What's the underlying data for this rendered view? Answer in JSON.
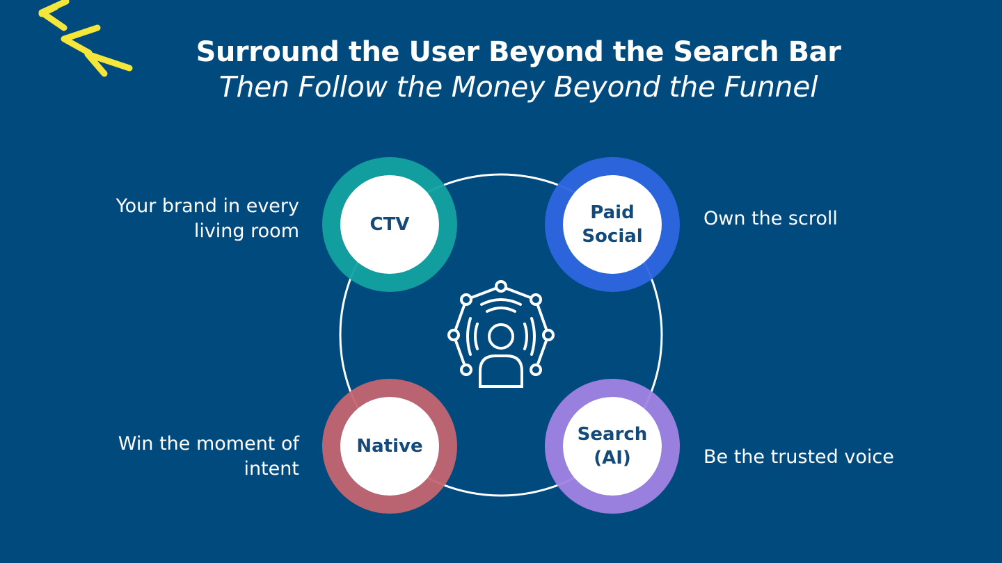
{
  "heading": {
    "title": "Surround the User Beyond the Search Bar",
    "subtitle": "Then Follow the Money Beyond the Funnel"
  },
  "center_icon": "user-broadcast-network-icon",
  "decoration_icon": "yellow-chevrons-icon",
  "nodes": [
    {
      "id": "ctv",
      "label": "CTV",
      "ring_color": "#13a1a1",
      "description": "Your brand in every living room"
    },
    {
      "id": "paid-social",
      "label": "Paid Social",
      "ring_color": "#2d65e0",
      "description": "Own the scroll"
    },
    {
      "id": "native",
      "label": "Native",
      "ring_color": "#c36570",
      "description": "Win the moment of intent"
    },
    {
      "id": "search-ai",
      "label": "Search (AI)",
      "ring_color": "#a283e4",
      "description": "Be the trusted voice"
    }
  ],
  "colors": {
    "background": "#004a7e",
    "text": "#ffffff",
    "node_label": "#134a7a",
    "accent": "#f5e63a"
  }
}
